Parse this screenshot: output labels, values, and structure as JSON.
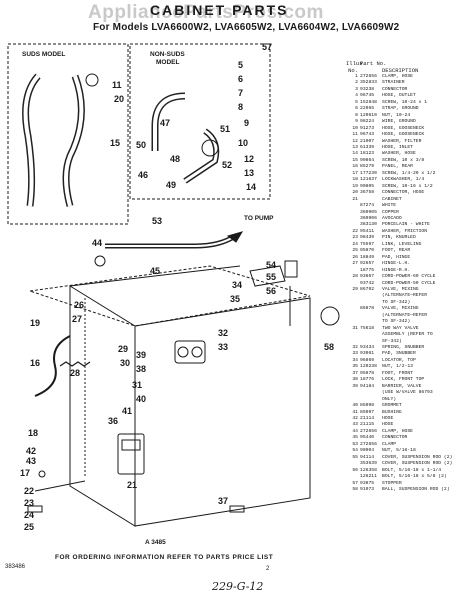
{
  "watermark": "AppliancePartsPros.com",
  "title": "CABINET PARTS",
  "models": "For Models LVA6600W2, LVA6605W2, LVA6604W2, LVA6609W2",
  "diagram": {
    "suds_model_label": "SUDS MODEL",
    "non_suds_label_1": "NON-SUDS",
    "non_suds_label_2": "MODEL",
    "to_pump_label": "TO PUMP",
    "figure_id": "A 3485",
    "callouts": [
      "57",
      "5",
      "6",
      "7",
      "8",
      "9",
      "10",
      "11",
      "12",
      "13",
      "14",
      "15",
      "16",
      "17",
      "18",
      "19",
      "20",
      "21",
      "22",
      "23",
      "24",
      "25",
      "26",
      "27",
      "28",
      "29",
      "30",
      "31",
      "32",
      "33",
      "34",
      "35",
      "36",
      "37",
      "38",
      "39",
      "40",
      "41",
      "42",
      "43",
      "44",
      "45",
      "46",
      "47",
      "48",
      "49",
      "50",
      "51",
      "52",
      "53",
      "54",
      "55",
      "56",
      "58"
    ]
  },
  "parts_table": {
    "header_illus": "Illus.",
    "header_no": "No.",
    "header_part": "Part No.",
    "header_desc": "DESCRIPTION",
    "rows": [
      {
        "no": "1",
        "part": "272656",
        "desc": "CLAMP, HOSE"
      },
      {
        "no": "2",
        "part": "352833",
        "desc": "STRAINER"
      },
      {
        "no": "3",
        "part": "93238",
        "desc": "CONNECTOR"
      },
      {
        "no": "4",
        "part": "96745",
        "desc": "HOSE, OUTLET"
      },
      {
        "no": "5",
        "part": "152848",
        "desc": "SCREW, 10-24 x 1"
      },
      {
        "no": "6",
        "part": "22965",
        "desc": "STRAP, GROUND"
      },
      {
        "no": "8",
        "part": "120610",
        "desc": "NUT, 10-24"
      },
      {
        "no": "9",
        "part": "98224",
        "desc": "WIRE, GROUND"
      },
      {
        "no": "10",
        "part": "91273",
        "desc": "HOSE, GOOSENECK"
      },
      {
        "no": "11",
        "part": "96743",
        "desc": "HOSE, GOOSENECK"
      },
      {
        "no": "12",
        "part": "21007",
        "desc": "WASHER, FILTER"
      },
      {
        "no": "13",
        "part": "61339",
        "desc": "HOSE, INLET"
      },
      {
        "no": "14",
        "part": "18123",
        "desc": "WASHER, HOSE"
      },
      {
        "no": "15",
        "part": "90864",
        "desc": "SCREW, 10 x 3/8"
      },
      {
        "no": "16",
        "part": "85279",
        "desc": "PANEL, REAR"
      },
      {
        "no": "17",
        "part": "177230",
        "desc": "SCREW, 1/4-20 x 1/2"
      },
      {
        "no": "18",
        "part": "121637",
        "desc": "LOCKWASHER, 1/4"
      },
      {
        "no": "19",
        "part": "90805",
        "desc": "SCREW, 10-16 x 1/2"
      },
      {
        "no": "20",
        "part": "36758",
        "desc": "CONNECTOR, HOSE"
      },
      {
        "no": "21",
        "part": "",
        "desc": "CABINET"
      },
      {
        "no": "",
        "part": "87274",
        "desc": "WHITE"
      },
      {
        "no": "",
        "part": "360905",
        "desc": "COPPER"
      },
      {
        "no": "",
        "part": "360906",
        "desc": "AVOCADO"
      },
      {
        "no": "",
        "part": "383130",
        "desc": "PORCELAIN - WHITE"
      },
      {
        "no": "22",
        "part": "95411",
        "desc": "WASHER, FRICTION"
      },
      {
        "no": "23",
        "part": "98439",
        "desc": "PIN, KNURLED"
      },
      {
        "no": "24",
        "part": "75597",
        "desc": "LINK, LEVELING"
      },
      {
        "no": "25",
        "part": "95870",
        "desc": "FOOT, REAR"
      },
      {
        "no": "26",
        "part": "18849",
        "desc": "PAD, HINGE"
      },
      {
        "no": "27",
        "part": "92657",
        "desc": "HINGE-L.H."
      },
      {
        "no": "",
        "part": "18775",
        "desc": "HINGE-R.H."
      },
      {
        "no": "28",
        "part": "93667",
        "desc": "CORD-POWER-60 CYCLE"
      },
      {
        "no": "",
        "part": "93742",
        "desc": "CORD-POWER-50 CYCLE"
      },
      {
        "no": "29",
        "part": "86792",
        "desc": "VALVE, MIXING"
      },
      {
        "no": "",
        "part": "",
        "desc": "(ALTERNATE—REFER"
      },
      {
        "no": "",
        "part": "",
        "desc": "TO SF-342)"
      },
      {
        "no": "",
        "part": "86878",
        "desc": "VALVE, MIXING"
      },
      {
        "no": "",
        "part": "",
        "desc": "(ALTERNATE—REFER"
      },
      {
        "no": "",
        "part": "",
        "desc": "TO SF-342)"
      },
      {
        "no": "31",
        "part": "75618",
        "desc": "TWO WAY VALVE"
      },
      {
        "no": "",
        "part": "",
        "desc": "ASSEMBLY (REFER TO"
      },
      {
        "no": "",
        "part": "",
        "desc": "SF-342)"
      },
      {
        "no": "32",
        "part": "93434",
        "desc": "SPRING, SNUBBER"
      },
      {
        "no": "33",
        "part": "93061",
        "desc": "PAD, SNUBBER"
      },
      {
        "no": "34",
        "part": "96869",
        "desc": "LOCATOR, TOP"
      },
      {
        "no": "35",
        "part": "120238",
        "desc": "NUT, 1/2-13"
      },
      {
        "no": "37",
        "part": "95878",
        "desc": "FOOT, FRONT"
      },
      {
        "no": "38",
        "part": "18776",
        "desc": "LOCK, FRONT TOP"
      },
      {
        "no": "39",
        "part": "94184",
        "desc": "BARRIER, VALVE"
      },
      {
        "no": "",
        "part": "",
        "desc": "(USE W/VALVE 86793"
      },
      {
        "no": "",
        "part": "",
        "desc": "ONLY)"
      },
      {
        "no": "40",
        "part": "85098",
        "desc": "GROMMET"
      },
      {
        "no": "41",
        "part": "85097",
        "desc": "BUSHING"
      },
      {
        "no": "42",
        "part": "21114",
        "desc": "HOSE"
      },
      {
        "no": "43",
        "part": "21115",
        "desc": "HOSE"
      },
      {
        "no": "44",
        "part": "272656",
        "desc": "CLAMP, HOSE"
      },
      {
        "no": "45",
        "part": "95440",
        "desc": "CONNECTOR"
      },
      {
        "no": "53",
        "part": "272656",
        "desc": "CLAMP"
      },
      {
        "no": "54",
        "part": "90904",
        "desc": "NUT, 5/16-18"
      },
      {
        "no": "55",
        "part": "94114",
        "desc": "COVER, SUSPENSION ROD (2)"
      },
      {
        "no": "",
        "part": "353639",
        "desc": "COVER, SUSPENSION ROD (2)"
      },
      {
        "no": "",
        "part": "",
        "desc": ""
      },
      {
        "no": "56",
        "part": "126358",
        "desc": "BOLT, 5/16-18 x 1-1/4"
      },
      {
        "no": "",
        "part": "126211",
        "desc": "BOLT, 5/16-18 x 5/8 (2)"
      },
      {
        "no": "57",
        "part": "93875",
        "desc": "STOPPER"
      },
      {
        "no": "58",
        "part": "91073",
        "desc": "BALL, SUSPENSION ROD (2)"
      }
    ]
  },
  "footer": "FOR ORDERING INFORMATION REFER TO PARTS PRICE LIST",
  "doc_number": "383486",
  "page_number": "2",
  "handwritten_note": "229-G-12",
  "colors": {
    "ink": "#1a1a1a",
    "watermark": "#c9c9c9",
    "paper": "#ffffff"
  }
}
